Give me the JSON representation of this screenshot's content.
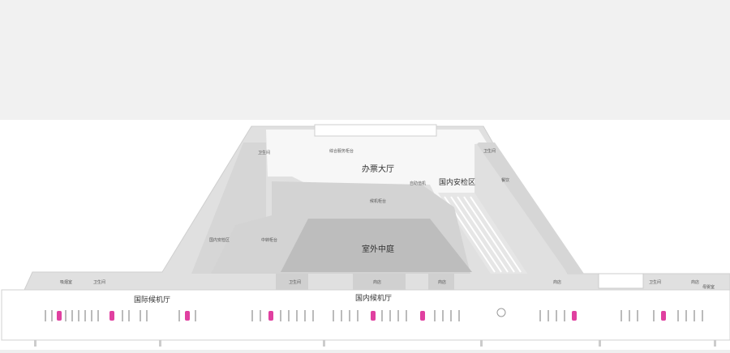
{
  "map": {
    "areas": {
      "ticket_hall": "办票大厅",
      "outdoor_courtyard": "室外中庭",
      "domestic_security": "国内安检区",
      "intl_departure": "国际候机厅",
      "domestic_departure": "国内候机厅"
    },
    "labels": {
      "service_center": "综合服务柜台",
      "restroom": "卫生间",
      "self_checkin": "自助值机",
      "transfer_counter": "候机柜台",
      "restaurant": "餐饮",
      "shop": "商店",
      "intl_security": "国内安检区",
      "transit": "中转柜台",
      "smoking_room": "吸烟室",
      "baby_room": "母婴室"
    },
    "colors": {
      "building": "#dcdcdc",
      "building_edge": "#cfcfcf",
      "courtyard": "#bdbdbd",
      "rooms": "#d3d3d3",
      "gate_marker": "#e040a0",
      "background": "#ffffff",
      "top_band": "#f1f1f1"
    }
  }
}
